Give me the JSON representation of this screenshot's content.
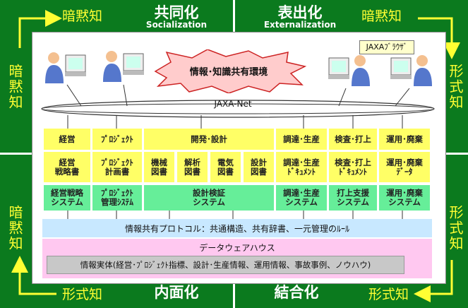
{
  "quadrants": {
    "socialization": {
      "title": "共同化",
      "subtitle": "Socialization"
    },
    "externalization": {
      "title": "表出化",
      "subtitle": "Externalization"
    },
    "internalization": {
      "title": "内面化"
    },
    "combination": {
      "title": "結合化"
    }
  },
  "edge_labels": {
    "tacit": "暗黙知",
    "explicit": "形式知"
  },
  "env_bubble": "情報･知識共有環境",
  "browser_label": "JAXAﾌﾞﾗｳｻﾞ",
  "network_label": "JAXA-Net",
  "columns": [
    {
      "header": "経営",
      "doc": "経営\n戦略書",
      "system": "経営戦略\nシステム"
    },
    {
      "header": "ﾌﾟﾛｼﾞｪｸﾄ",
      "doc": "ﾌﾟﾛｼﾞｪｸﾄ\n計画書",
      "system": "ﾌﾟﾛｼﾞｪｸﾄ\n管理ｼｽﾃﾑ"
    },
    {
      "header": "開発･設計",
      "docs": [
        "機械\n図書",
        "解析\n図書",
        "電気\n図書",
        "設計\n図書"
      ],
      "system": "設計検証\nシステム"
    },
    {
      "header": "調達･生産",
      "doc": "調達･生産\nﾄﾞｷｭﾒﾝﾄ",
      "system": "調達･生産\nシステム"
    },
    {
      "header": "検査･打上",
      "doc": "検査･打上\nﾄﾞｷｭﾒﾝﾄ",
      "system": "打上支援\nシステム"
    },
    {
      "header": "運用･廃棄",
      "doc": "運用･廃棄\nﾃﾞｰﾀ",
      "system": "運用･廃棄\nシステム"
    }
  ],
  "protocol_bar": "情報共有プロトコル：共通構造、共有辞書、一元管理のﾙｰﾙ",
  "warehouse_label": "データウェアハウス",
  "entity_bar": "情報実体(経営･ﾌﾟﾛｼﾞｪｸﾄ指標、設計･生産情報、運用情報、事故事例、ノウハウ)",
  "colors": {
    "frame": "#0b7a1e",
    "yellow_cell": "#ffff66",
    "green_cell": "#66ee99",
    "protocol": "#c8e8ff",
    "warehouse": "#ffc8f0",
    "entity": "#c8c8c8",
    "bubble": "#ffcccc",
    "label_yellow": "#ffff33"
  }
}
